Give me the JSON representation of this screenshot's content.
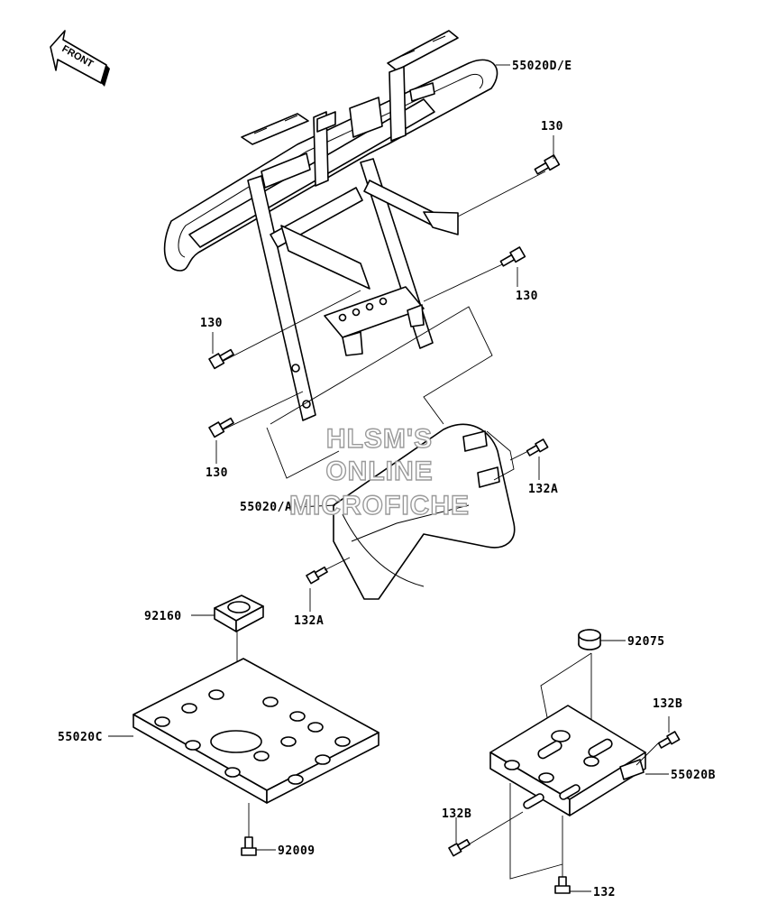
{
  "labels": {
    "guard_front": "55020D/E",
    "bolt_130_a": "130",
    "bolt_130_b": "130",
    "bolt_130_c": "130",
    "bolt_130_d": "130",
    "guard_a": "55020/A",
    "bolt_132a_a": "132A",
    "bolt_132a_b": "132A",
    "cap_92160": "92160",
    "plate_c": "55020C",
    "bolt_92009": "92009",
    "cap_92075": "92075",
    "bolt_132b_a": "132B",
    "guard_b": "55020B",
    "bolt_132b_b": "132B",
    "bolt_132": "132"
  },
  "front_arrow": "FRONT",
  "watermark": {
    "line1": "HLSM'S",
    "line2": "ONLINE",
    "line3": "MICROFICHE"
  }
}
